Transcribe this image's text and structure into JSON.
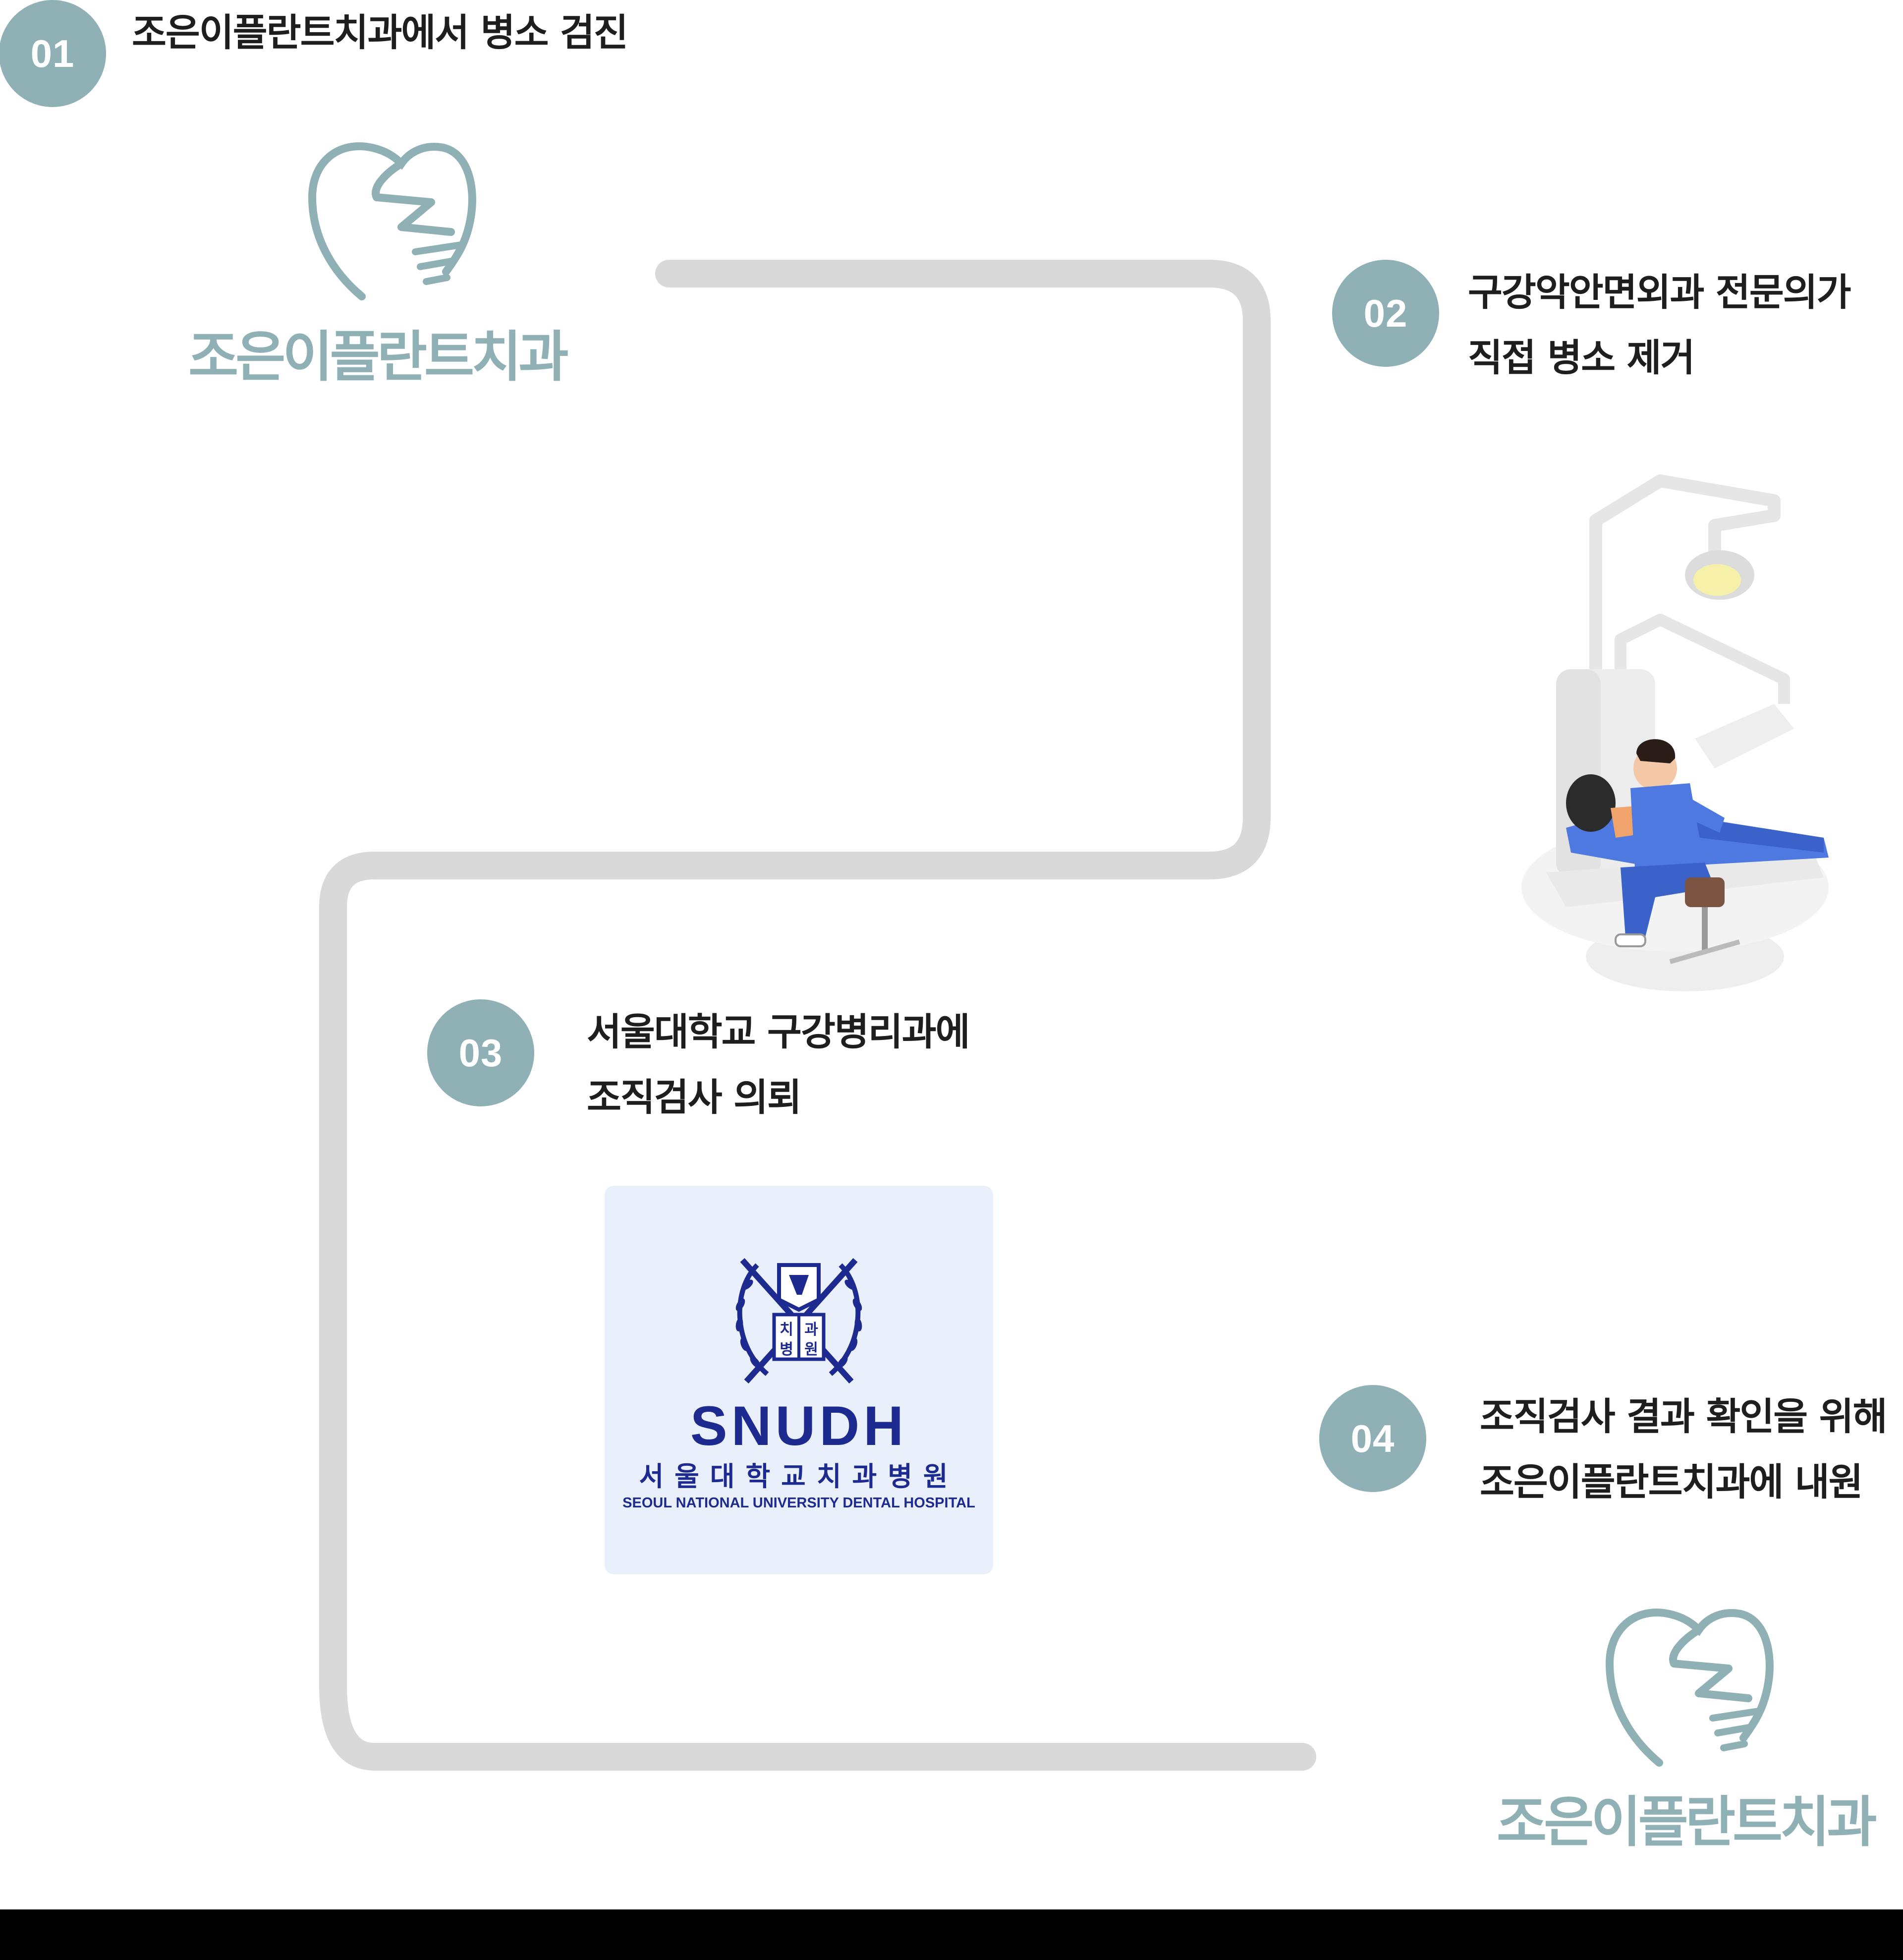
{
  "steps": [
    {
      "num": "01",
      "lines": [
        "조은이플란트치과에서 병소 검진"
      ]
    },
    {
      "num": "02",
      "lines": [
        "구강악안면외과 전문의가",
        "직접 병소 제거"
      ]
    },
    {
      "num": "03",
      "lines": [
        "서울대학교 구강병리과에",
        "조직검사 의뢰"
      ]
    },
    {
      "num": "04",
      "lines": [
        "조직검사 결과 확인을 위해",
        "조은이플란트치과에 내원"
      ]
    }
  ],
  "clinic_logo": {
    "name": "조은이플란트치과"
  },
  "snudh_logo": {
    "seal_text": [
      "치",
      "과",
      "병",
      "원"
    ],
    "abbr": "SNUDH",
    "korean": "서울대학교치과병원",
    "english": "SEOUL NATIONAL UNIVERSITY DENTAL HOSPITAL"
  },
  "colors": {
    "accent": "#8fb0b4",
    "track": "#d9d9d9",
    "snu_blue": "#1d2a8f",
    "snu_bg": "#e9f0fc"
  },
  "icons": [
    "tooth-implant-icon",
    "dentist-illustration",
    "snudh-seal-icon"
  ]
}
